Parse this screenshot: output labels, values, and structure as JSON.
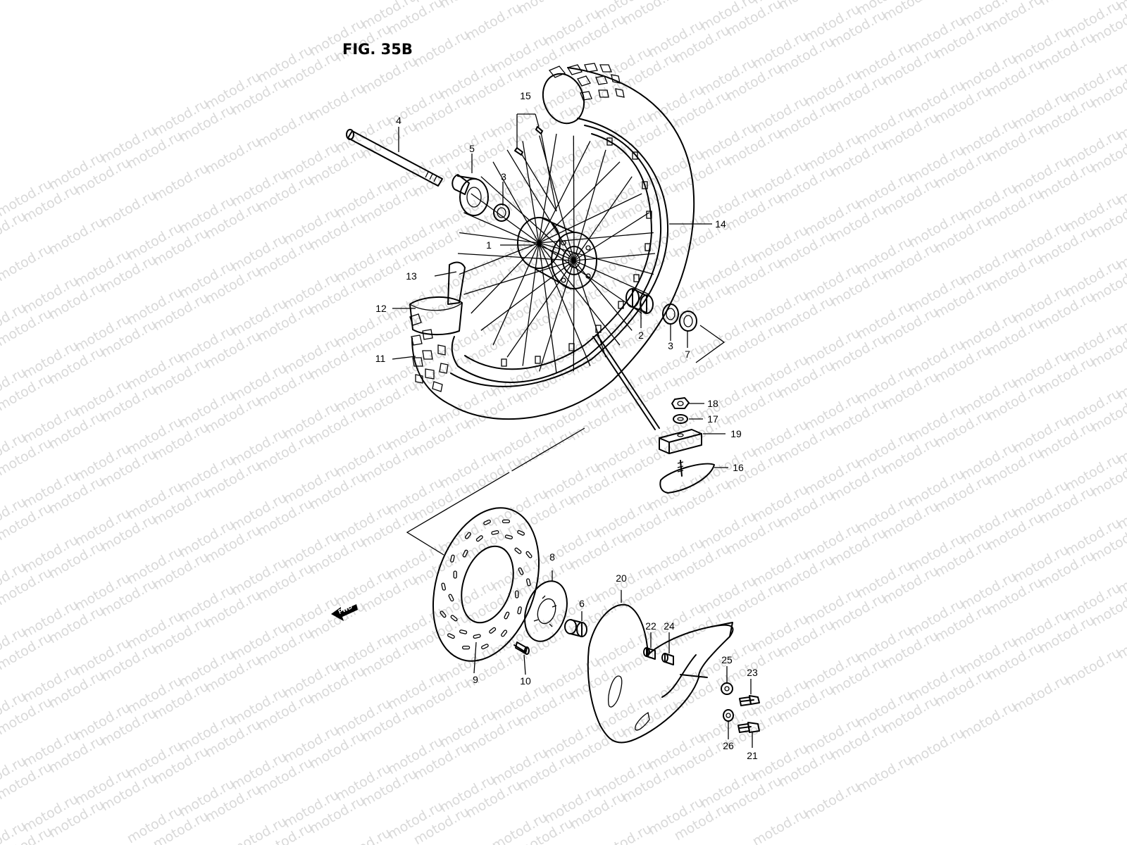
{
  "figure": {
    "title": "FIG. 35B"
  },
  "watermark": {
    "text": "motod.ru",
    "color": "#d9d9d9"
  },
  "direction_badge": {
    "text": "FWD"
  },
  "callouts": [
    {
      "label": "1"
    },
    {
      "label": "2"
    },
    {
      "label": "3"
    },
    {
      "label": "3"
    },
    {
      "label": "4"
    },
    {
      "label": "5"
    },
    {
      "label": "6"
    },
    {
      "label": "7"
    },
    {
      "label": "8"
    },
    {
      "label": "9"
    },
    {
      "label": "10"
    },
    {
      "label": "11"
    },
    {
      "label": "12"
    },
    {
      "label": "13"
    },
    {
      "label": "14"
    },
    {
      "label": "15"
    },
    {
      "label": "16"
    },
    {
      "label": "17"
    },
    {
      "label": "18"
    },
    {
      "label": "19"
    },
    {
      "label": "20"
    },
    {
      "label": "21"
    },
    {
      "label": "22"
    },
    {
      "label": "23"
    },
    {
      "label": "24"
    },
    {
      "label": "25"
    },
    {
      "label": "26"
    }
  ]
}
